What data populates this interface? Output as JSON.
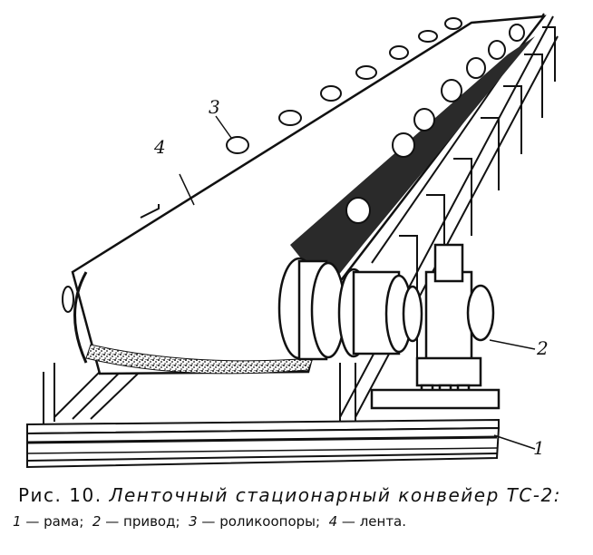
{
  "callouts": {
    "frame": "1",
    "drive": "2",
    "rollers": "3",
    "belt": "4"
  },
  "caption": {
    "figure_number": "Рис. 10.",
    "title": "Ленточный стационарный конвейер ТС-2:",
    "legend": [
      {
        "num": "1",
        "text": "— рама;"
      },
      {
        "num": "2",
        "text": "— привод;"
      },
      {
        "num": "3",
        "text": "— роликоопоры;"
      },
      {
        "num": "4",
        "text": "— лента."
      }
    ]
  },
  "colors": {
    "ink": "#111111",
    "paper": "#ffffff",
    "belt_shade": "#2a2a2a"
  }
}
